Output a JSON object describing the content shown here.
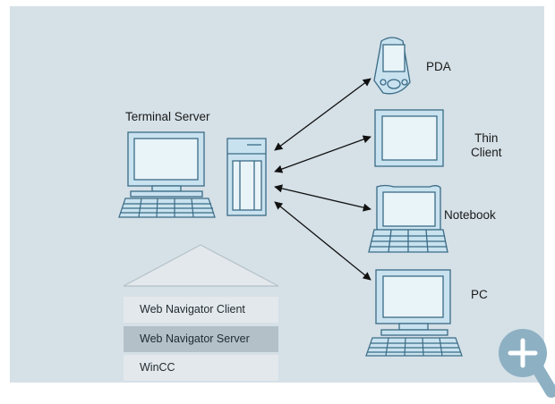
{
  "labels": {
    "terminal_server": "Terminal Server",
    "pda": "PDA",
    "thin_client": "Thin\nClient",
    "notebook": "Notebook",
    "pc": "PC"
  },
  "stack": [
    {
      "label": "Web Navigator Client"
    },
    {
      "label": "Web Navigator Server"
    },
    {
      "label": "WinCC"
    }
  ],
  "colors": {
    "background": "#d5e0e7",
    "device_fill": "#c9e2ef",
    "device_stroke": "#3a6b85",
    "screen_fill": "#e9f4f9",
    "stack_light": "#e3e8ec",
    "stack_dark": "#b4c0c8",
    "zoom_button": "#8eb0c3"
  },
  "zoom_button_icon": "plus-magnifier-icon"
}
